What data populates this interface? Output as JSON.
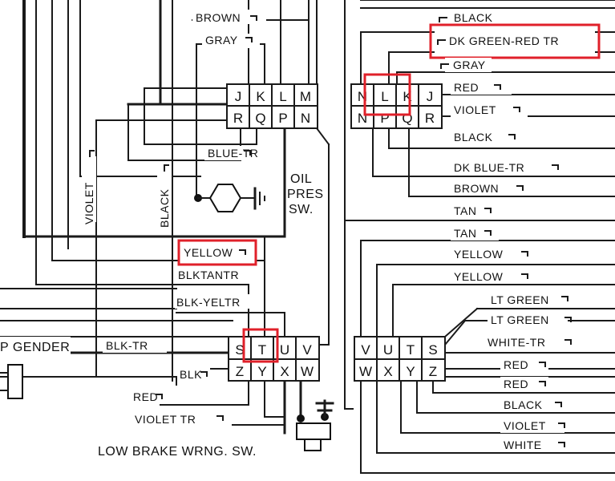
{
  "wires_top": {
    "brown": "BROWN",
    "gray": "GRAY",
    "blue_tr": "BLUE-TR"
  },
  "connector_jklm": {
    "top_pins": [
      "J",
      "K",
      "L",
      "M"
    ],
    "bottom_pins": [
      "R",
      "Q",
      "P",
      "N"
    ]
  },
  "oil_switch": {
    "line1": "OIL",
    "line2": "PRES",
    "line3": "SW."
  },
  "left_labels": {
    "violet": "VIOLET",
    "black": "BLACK"
  },
  "mid_labels": {
    "yellow": "YELLOW",
    "blk_tan_tr": "BLKTANTR",
    "blk_yel_tr": "BLK-YELTR",
    "blk_tr": "BLK-TR",
    "blk": "BLK",
    "red": "RED",
    "violet_tr": "VIOLET TR"
  },
  "left_edge_label": "P GENDER",
  "connector_stuv": {
    "top_pins": [
      "S",
      "T",
      "U",
      "V"
    ],
    "bottom_pins": [
      "Z",
      "Y",
      "X",
      "W"
    ]
  },
  "brake_switch_label": "LOW BRAKE WRNG. SW.",
  "connector_nlkj": {
    "top_pins": [
      "N",
      "L",
      "K",
      "J"
    ],
    "bottom_pins": [
      "N",
      "P",
      "Q",
      "R"
    ]
  },
  "right_top_labels": [
    "BLACK",
    "DK GREEN-RED TR",
    "GRAY",
    "RED",
    "VIOLET",
    "BLACK",
    "DK BLUE-TR",
    "BROWN",
    "TAN",
    "TAN",
    "YELLOW",
    "YELLOW"
  ],
  "connector_vuts": {
    "top_pins": [
      "V",
      "U",
      "T",
      "S"
    ],
    "bottom_pins": [
      "W",
      "X",
      "Y",
      "Z"
    ]
  },
  "right_bottom_labels": [
    "LT GREEN",
    "LT GREEN",
    "WHITE-TR",
    "RED",
    "RED",
    "BLACK",
    "VIOLET",
    "WHITE"
  ],
  "highlight_color": "#e0202a"
}
